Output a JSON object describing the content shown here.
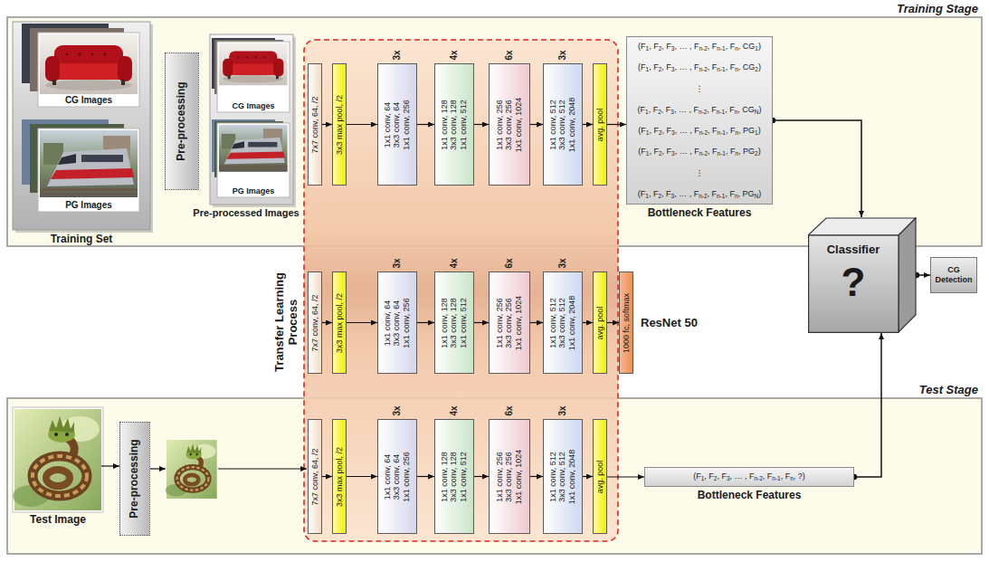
{
  "diagram": {
    "nodes": [
      {
        "text": [
          "Training Stage"
        ]
      },
      {
        "text": [
          "Training Set"
        ],
        "in": 0
      },
      {
        "text": [
          "CG Images"
        ],
        "in": 1
      },
      {
        "text": [
          "PG Images"
        ],
        "in": 1
      },
      {
        "text": [
          "Pre-processing"
        ],
        "in": 0
      },
      {
        "text": [
          "Pre-processed Images"
        ],
        "in": 0
      },
      {
        "text": [
          "CG Images"
        ],
        "in": 5
      },
      {
        "text": [
          "PG Images"
        ],
        "in": 5
      },
      {
        "text": [
          "7x7 conv, 64, /2"
        ],
        "in": 0
      },
      {
        "text": [
          "3x3 max pool, /2"
        ],
        "in": 0
      },
      {
        "text": [
          "3x",
          "1x1 conv, 64",
          "3x3 conv, 64",
          "1x1 conv, 256"
        ],
        "in": 0
      },
      {
        "text": [
          "4x",
          "1x1 conv, 128",
          "3x3 conv, 128",
          "1x1 conv, 512"
        ],
        "in": 0
      },
      {
        "text": [
          "6x",
          "1x1 conv, 256",
          "3x3 conv, 256",
          "1x1 conv, 1024"
        ],
        "in": 0
      },
      {
        "text": [
          "3x",
          "1x1 conv, 512",
          "3x3 conv, 512",
          "1x1 conv, 2048"
        ],
        "in": 0
      },
      {
        "text": [
          "avg. pool"
        ],
        "in": 0
      },
      {
        "text": [
          "(F1, F2, F3, … , Fn-2, Fn-1, Fn, CG1)",
          "(F1, F2, F3, … , Fn-2, Fn-1, Fn, CG2)",
          "⋮",
          "(F1, F2, F3, … , Fn-2, Fn-1, Fn, CGN)",
          "(F1, F2, F3, … , Fn-2, Fn-1, Fn, PG1)",
          "(F1, F2, F3, … , Fn-2, Fn-1, Fn, PG2)",
          "⋮",
          "(F1, F2, F3, … , Fn-2, Fn-1, Fn, PGN)",
          "Bottleneck Features"
        ],
        "in": 0
      },
      {
        "text": [
          "7x7 conv, 64, /2"
        ]
      },
      {
        "text": [
          "3x3 max pool, /2"
        ]
      },
      {
        "text": [
          "3x",
          "1x1 conv, 64",
          "3x3 conv, 64",
          "1x1 conv, 256"
        ]
      },
      {
        "text": [
          "4x",
          "1x1 conv, 128",
          "3x3 conv, 128",
          "1x1 conv, 512"
        ]
      },
      {
        "text": [
          "6x",
          "1x1 conv, 256",
          "3x3 conv, 256",
          "1x1 conv, 1024"
        ]
      },
      {
        "text": [
          "3x",
          "1x1 conv, 512",
          "3x3 conv, 512",
          "1x1 conv, 2048"
        ]
      },
      {
        "text": [
          "avg. pool"
        ]
      },
      {
        "text": [
          "1000 fc, softmax"
        ]
      },
      {
        "text": [
          "Classifier",
          "?"
        ]
      },
      {
        "text": [
          "CG Detection"
        ]
      },
      {
        "text": [
          "Test Stage"
        ]
      },
      {
        "text": [
          "Test Image"
        ],
        "in": 26
      },
      {
        "text": [
          "Pre-processing"
        ],
        "in": 26
      },
      {
        "text": [
          "7x7 conv, 64, /2"
        ],
        "in": 26
      },
      {
        "text": [
          "3x3 max pool, /2"
        ],
        "in": 26
      },
      {
        "text": [
          "3x",
          "1x1 conv, 64",
          "3x3 conv, 64",
          "1x1 conv, 256"
        ],
        "in": 26
      },
      {
        "text": [
          "4x",
          "1x1 conv, 128",
          "3x3 conv, 128",
          "1x1 conv, 512"
        ],
        "in": 26
      },
      {
        "text": [
          "6x",
          "1x1 conv, 256",
          "3x3 conv, 256",
          "1x1 conv, 1024"
        ],
        "in": 26
      },
      {
        "text": [
          "3x",
          "1x1 conv, 512",
          "3x3 conv, 512",
          "1x1 conv, 2048"
        ],
        "in": 26
      },
      {
        "text": [
          "avg. pool"
        ],
        "in": 26
      },
      {
        "text": [
          "(F1, F2, F3, … , Fn-2, Fn-1, Fn, ?)",
          "Bottleneck Features"
        ],
        "in": 26
      }
    ],
    "edges": [
      {
        "from": 8,
        "to": 9,
        "arrow": "to"
      },
      {
        "from": 9,
        "to": 10,
        "arrow": "to"
      },
      {
        "from": 10,
        "to": 11,
        "arrow": "to"
      },
      {
        "from": 11,
        "to": 12,
        "arrow": "to"
      },
      {
        "from": 12,
        "to": 13,
        "arrow": "to"
      },
      {
        "from": 13,
        "to": 14,
        "arrow": "to"
      },
      {
        "from": 14,
        "to": 15,
        "arrow": "to"
      },
      {
        "from": 16,
        "to": 17,
        "arrow": "to"
      },
      {
        "from": 17,
        "to": 18,
        "arrow": "to"
      },
      {
        "from": 18,
        "to": 19,
        "arrow": "to"
      },
      {
        "from": 19,
        "to": 20,
        "arrow": "to"
      },
      {
        "from": 20,
        "to": 21,
        "arrow": "to"
      },
      {
        "from": 21,
        "to": 22,
        "arrow": "to"
      },
      {
        "from": 22,
        "to": 23,
        "arrow": "to"
      },
      {
        "from": 27,
        "to": 28,
        "arrow": "to"
      },
      {
        "from": 29,
        "to": 30,
        "arrow": "to"
      },
      {
        "from": 30,
        "to": 31,
        "arrow": "to"
      },
      {
        "from": 31,
        "to": 32,
        "arrow": "to"
      },
      {
        "from": 32,
        "to": 33,
        "arrow": "to"
      },
      {
        "from": 33,
        "to": 34,
        "arrow": "to"
      },
      {
        "from": 34,
        "to": 35,
        "arrow": "to"
      },
      {
        "from": 35,
        "to": 36,
        "arrow": "to"
      },
      {
        "from": 15,
        "to": 24,
        "arrow": "to"
      },
      {
        "from": 36,
        "to": 24,
        "arrow": "to"
      },
      {
        "from": 24,
        "to": 25,
        "arrow": "to"
      }
    ],
    "labels": [
      "Transfer Learning Process",
      "ResNet 50"
    ]
  }
}
